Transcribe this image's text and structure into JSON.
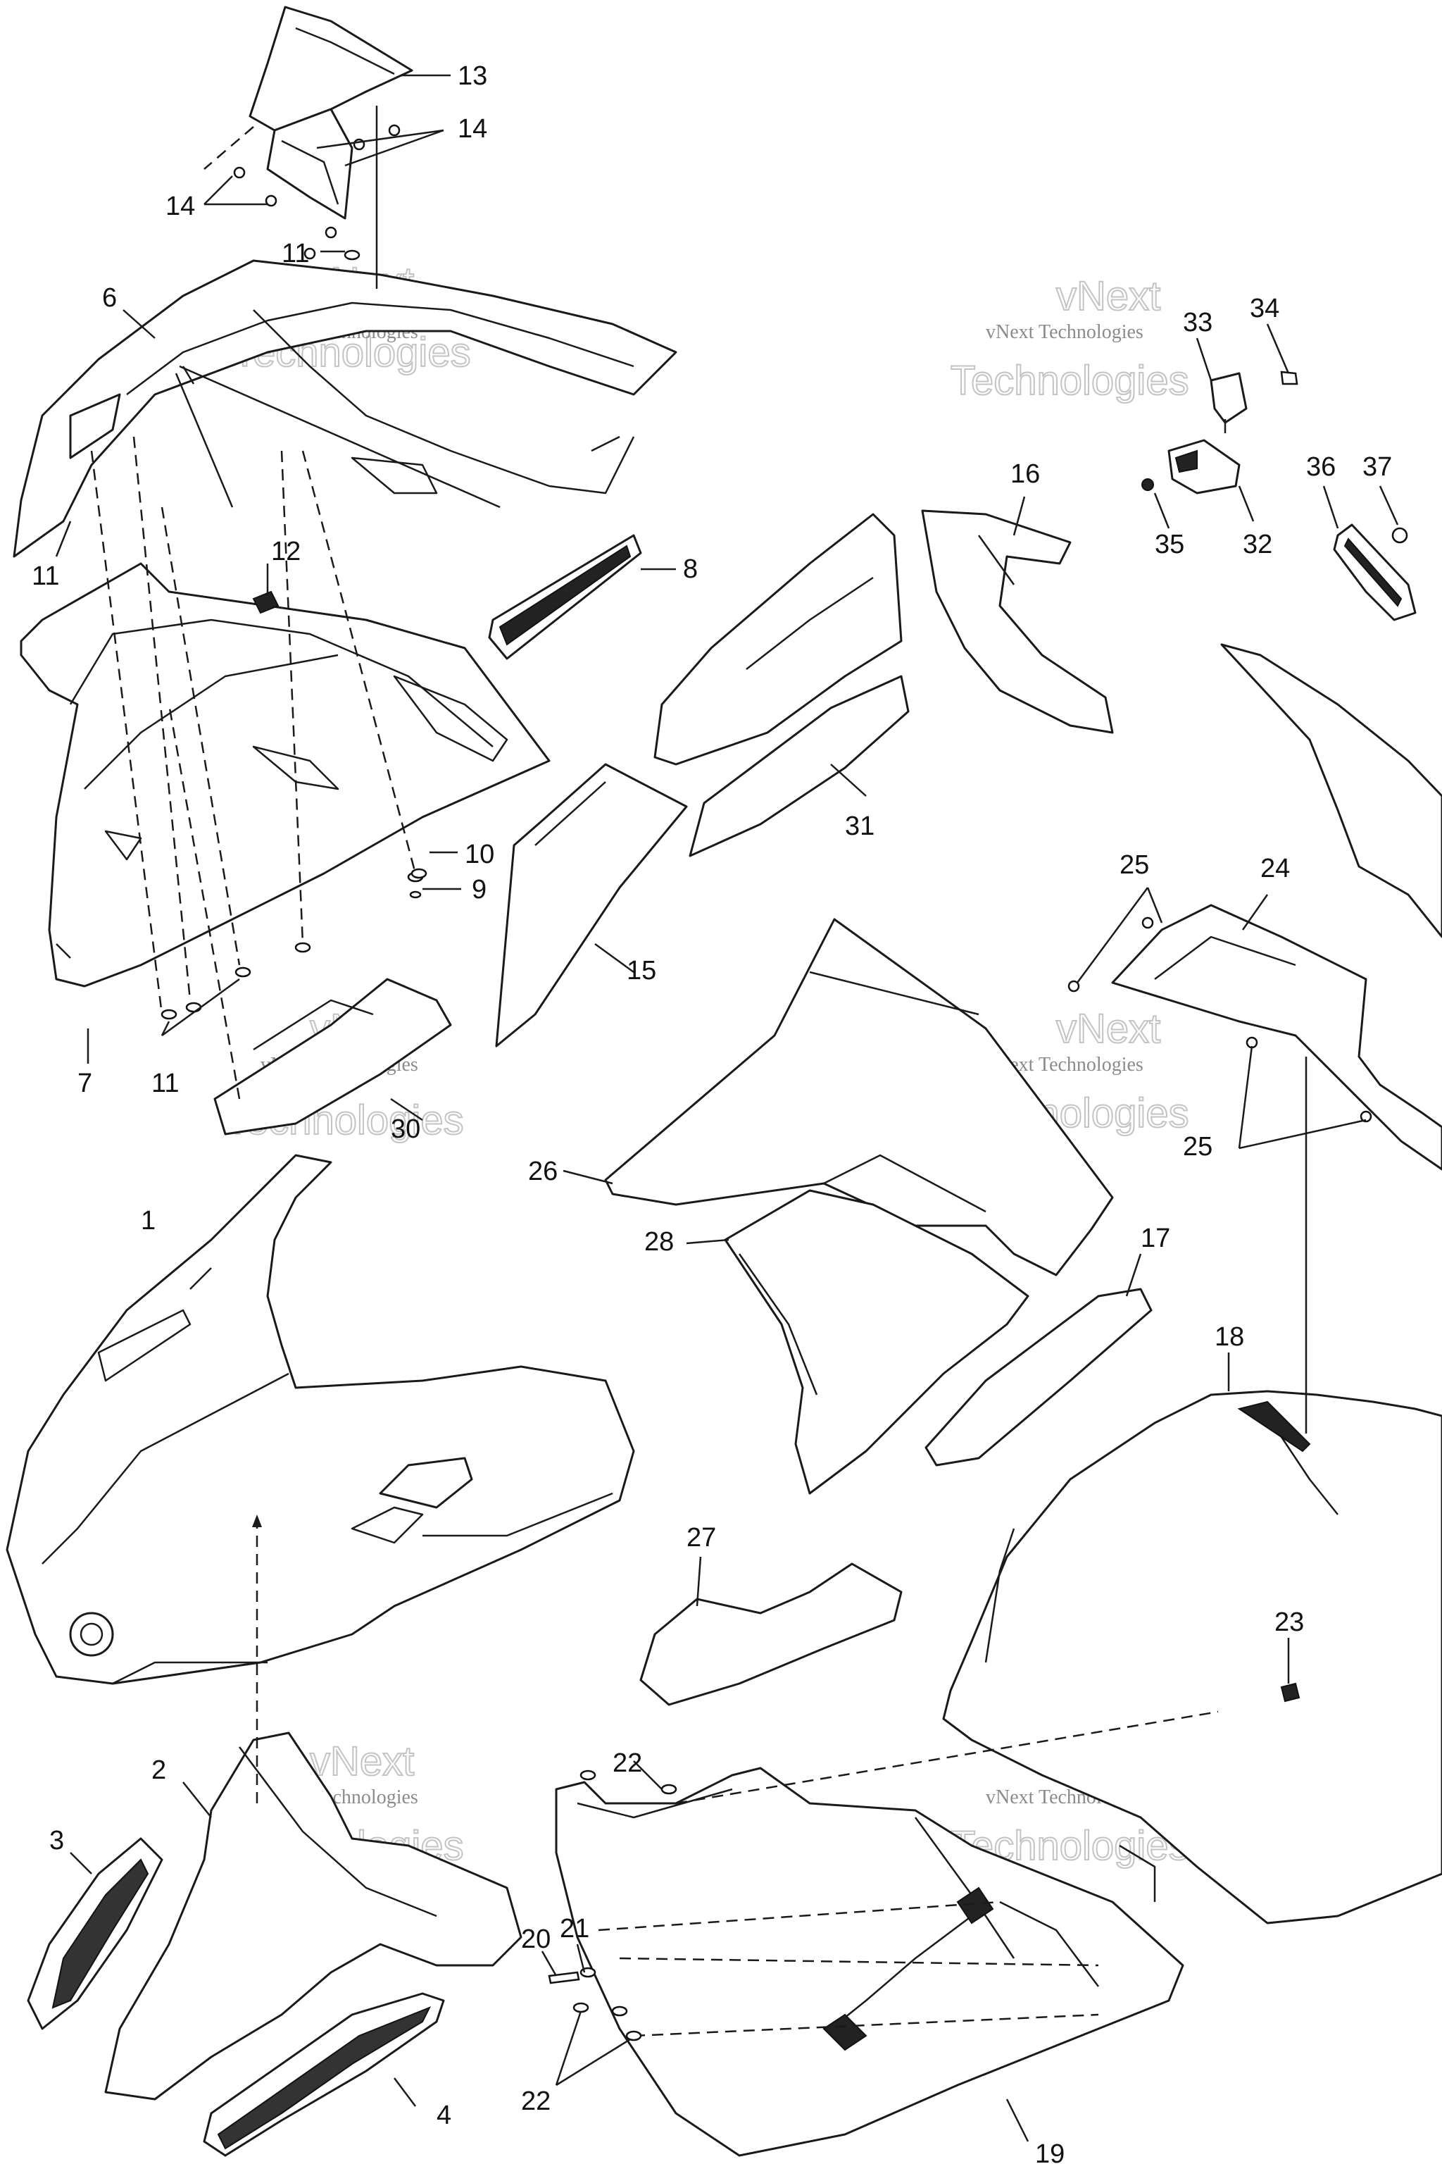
{
  "colors": {
    "line": "#1a1a1a",
    "background": "#ffffff",
    "watermark": "#b5b5b5"
  },
  "watermark": {
    "line1": "vNext Technologies",
    "line2": "vNext",
    "line3": "Technologies"
  },
  "callouts": {
    "c1": "1",
    "c2": "2",
    "c3": "3",
    "c4": "4",
    "c6": "6",
    "c7": "7",
    "c8": "8",
    "c9": "9",
    "c10": "10",
    "c11a": "11",
    "c11b": "11",
    "c11c": "11",
    "c12": "12",
    "c13": "13",
    "c14a": "14",
    "c14b": "14",
    "c15": "15",
    "c16": "16",
    "c17": "17",
    "c18": "18",
    "c19": "19",
    "c20": "20",
    "c21": "21",
    "c22a": "22",
    "c22b": "22",
    "c23": "23",
    "c24": "24",
    "c25a": "25",
    "c25b": "25",
    "c26": "26",
    "c27": "27",
    "c28": "28",
    "c30": "30",
    "c31": "31",
    "c32": "32",
    "c33": "33",
    "c34": "34",
    "c35": "35",
    "c36": "36",
    "c37": "37"
  }
}
